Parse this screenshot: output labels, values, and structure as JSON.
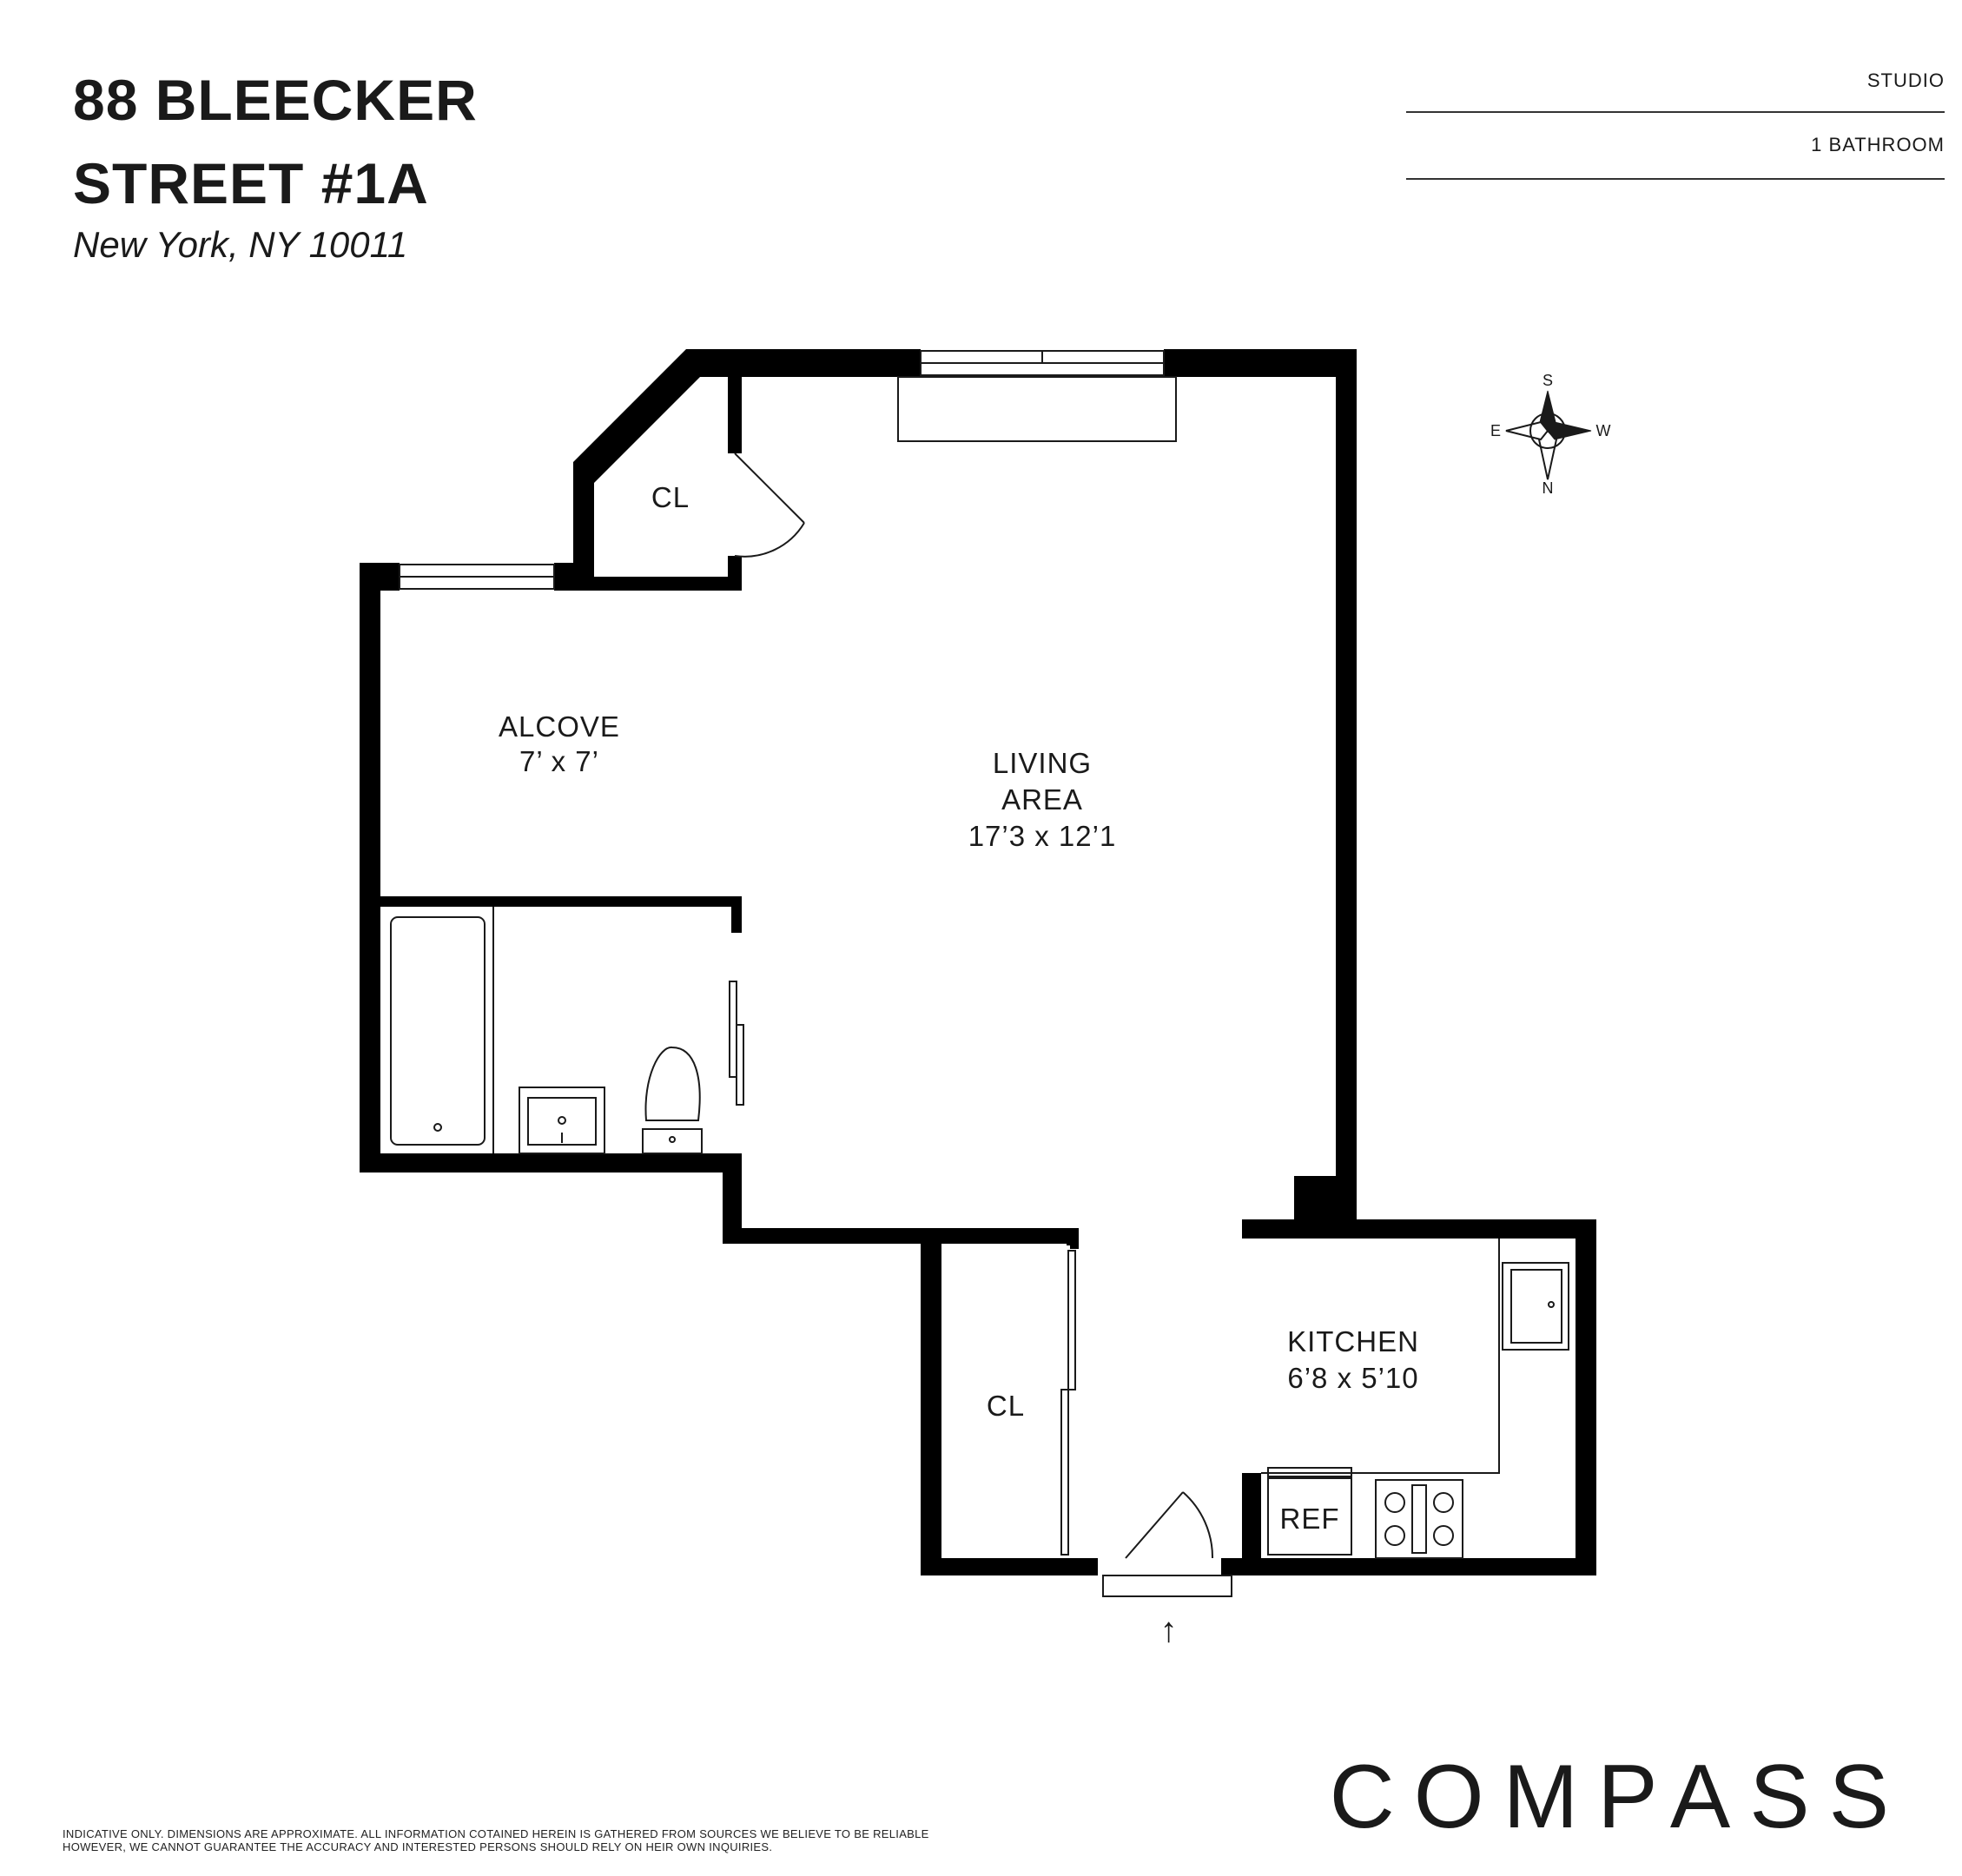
{
  "header": {
    "title_line1": "88 BLEECKER",
    "title_line2": "STREET #1A",
    "address": "New York, NY 10011"
  },
  "specs": {
    "type": "STUDIO",
    "bathrooms": "1 BATHROOM"
  },
  "rooms": {
    "closet_top": "CL",
    "alcove_name": "ALCOVE",
    "alcove_dims": "7’ x 7’",
    "living_name_1": "LIVING",
    "living_name_2": "AREA",
    "living_dims": "17’3 x 12’1",
    "kitchen_name": "KITCHEN",
    "kitchen_dims": "6’8 x 5’10",
    "closet_bottom": "CL",
    "refrigerator": "REF"
  },
  "compass_rose": {
    "top": "S",
    "bottom": "N",
    "left": "E",
    "right": "W"
  },
  "entry_arrow": "↑",
  "brand": "COMPASS",
  "disclaimer_line1": "INDICATIVE ONLY. DIMENSIONS ARE APPROXIMATE. ALL INFORMATION COTAINED HEREIN IS GATHERED FROM SOURCES WE BELIEVE TO BE RELIABLE",
  "disclaimer_line2": "HOWEVER, WE CANNOT GUARANTEE THE ACCURACY AND INTERESTED PERSONS SHOULD RELY ON HEIR OWN INQUIRIES.",
  "colors": {
    "wall": "#000000",
    "line": "#1a1a1a",
    "background": "#ffffff"
  }
}
